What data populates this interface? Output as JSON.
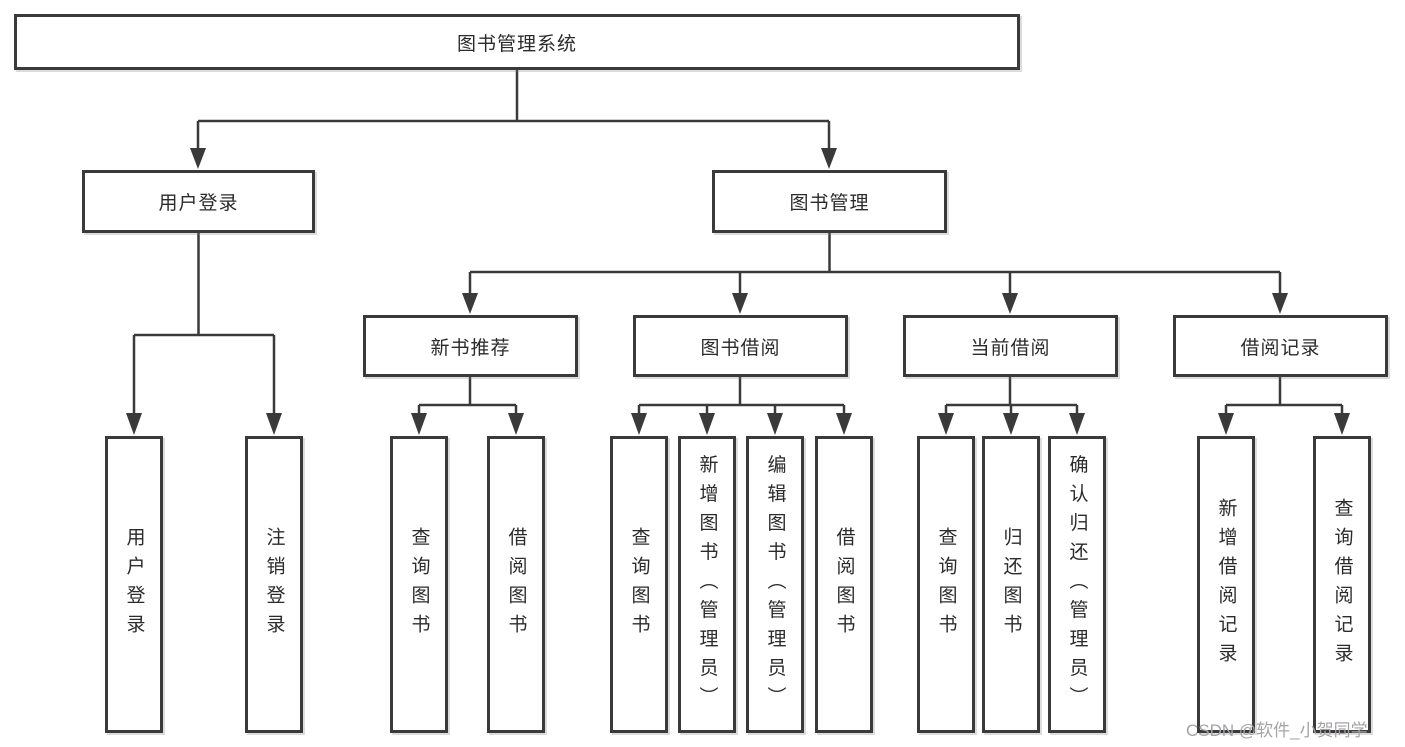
{
  "colors": {
    "line": "#3a3a3a",
    "box_border": "#3a3a3a",
    "text": "#2b2b2b",
    "watermark": "#a5a3a6",
    "background": "#ffffff"
  },
  "diagram": {
    "type": "tree",
    "root": {
      "label": "图书管理系统"
    },
    "level2": [
      {
        "label": "用户登录",
        "parent": "图书管理系统"
      },
      {
        "label": "图书管理",
        "parent": "图书管理系统"
      }
    ],
    "level3": [
      {
        "label": "新书推荐",
        "parent": "图书管理"
      },
      {
        "label": "图书借阅",
        "parent": "图书管理"
      },
      {
        "label": "当前借阅",
        "parent": "图书管理"
      },
      {
        "label": "借阅记录",
        "parent": "图书管理"
      }
    ],
    "leaves": [
      {
        "label": "用户登录",
        "parent": "用户登录"
      },
      {
        "label": "注销登录",
        "parent": "用户登录"
      },
      {
        "label": "查询图书",
        "parent": "新书推荐"
      },
      {
        "label": "借阅图书",
        "parent": "新书推荐"
      },
      {
        "label": "查询图书",
        "parent": "图书借阅"
      },
      {
        "label": "新增图书（管理员）",
        "parent": "图书借阅"
      },
      {
        "label": "编辑图书（管理员）",
        "parent": "图书借阅"
      },
      {
        "label": "借阅图书",
        "parent": "图书借阅"
      },
      {
        "label": "查询图书",
        "parent": "当前借阅"
      },
      {
        "label": "归还图书",
        "parent": "当前借阅"
      },
      {
        "label": "确认归还（管理员）",
        "parent": "当前借阅"
      },
      {
        "label": "新增借阅记录",
        "parent": "借阅记录"
      },
      {
        "label": "查询借阅记录",
        "parent": "借阅记录"
      }
    ]
  },
  "watermark": {
    "text": "CSDN @软件_小贺同学"
  }
}
